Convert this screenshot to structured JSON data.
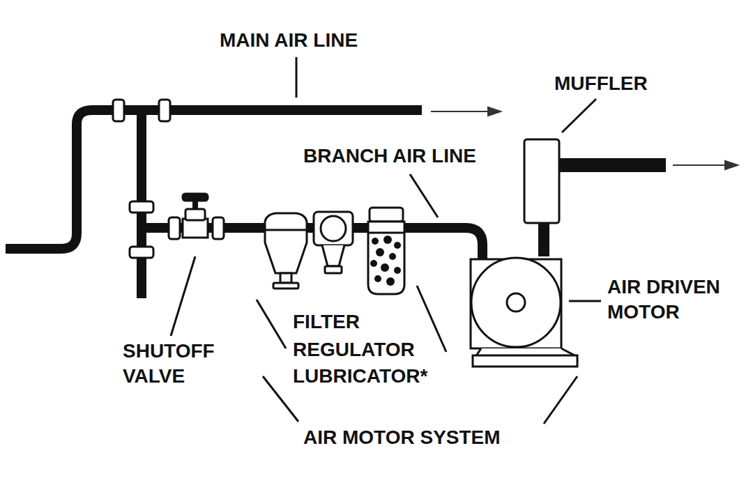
{
  "diagram": {
    "labels": [
      "MAIN AIR LINE",
      "MUFFLER",
      "BRANCH AIR LINE",
      "SHUTOFF VALVE",
      "FILTER",
      "REGULATOR",
      "LUBRICATOR*",
      "AIR DRIVEN MOTOR",
      "AIR MOTOR SYSTEM"
    ]
  }
}
